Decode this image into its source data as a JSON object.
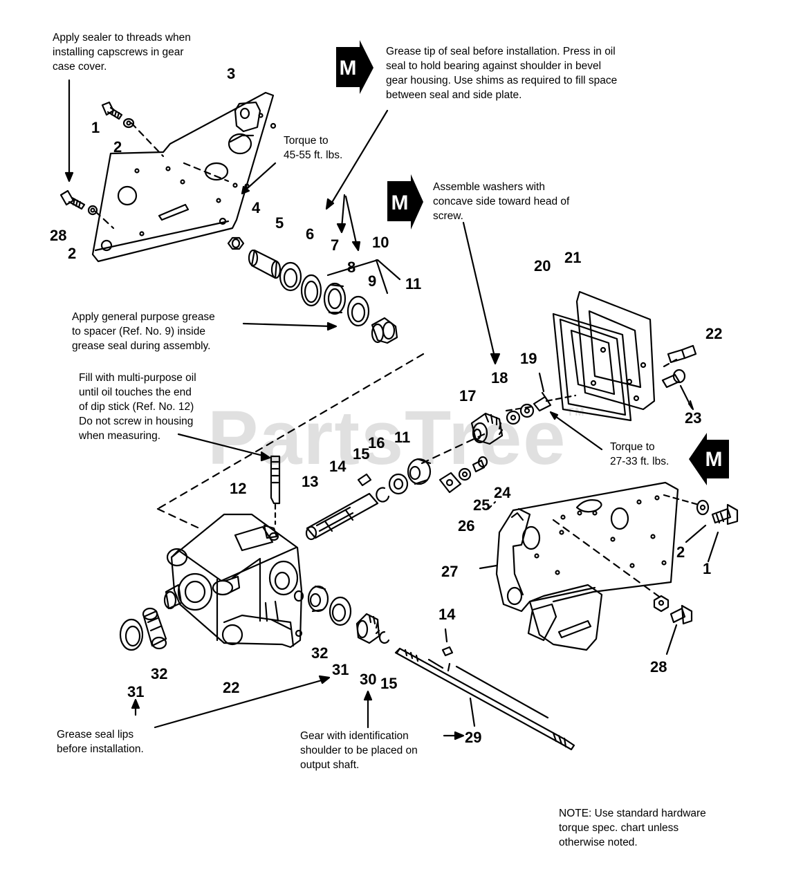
{
  "watermark": {
    "text": "PartsTree",
    "tm": "TM"
  },
  "m_badge": "M",
  "notes": {
    "sealer": "Apply sealer to threads when\ninstalling capscrews in gear\ncase cover.",
    "grease_tip": "Grease tip of seal before installation. Press in oil\nseal to hold bearing against shoulder in bevel\ngear housing. Use shims as required to fill space\nbetween seal and side plate.",
    "torque_45": "Torque to\n45-55 ft. lbs.",
    "washers": "Assemble washers with\nconcave side toward head of\nscrew.",
    "general_grease": "Apply general purpose grease\nto spacer (Ref. No. 9) inside\ngrease seal during assembly.",
    "fill_oil": "Fill with multi-purpose oil\nuntil oil touches the end\nof dip stick (Ref. No. 12)\nDo not screw in housing\nwhen measuring.",
    "torque_27": "Torque to\n27-33 ft. lbs.",
    "grease_lips": "Grease seal lips\nbefore installation.",
    "gear_id": "Gear with identification\nshoulder to be placed on\noutput shaft.",
    "note_std": "NOTE: Use standard hardware\ntorque spec. chart unless\notherwise noted."
  },
  "callouts": [
    "1",
    "2",
    "3",
    "28",
    "2",
    "4",
    "5",
    "6",
    "7",
    "8",
    "10",
    "9",
    "11",
    "20",
    "21",
    "22",
    "19",
    "18",
    "23",
    "17",
    "16",
    "11",
    "15",
    "14",
    "12",
    "13",
    "26",
    "25",
    "24",
    "27",
    "2",
    "1",
    "28",
    "22",
    "32",
    "31",
    "32",
    "31",
    "30",
    "15",
    "14",
    "29",
    "31"
  ]
}
